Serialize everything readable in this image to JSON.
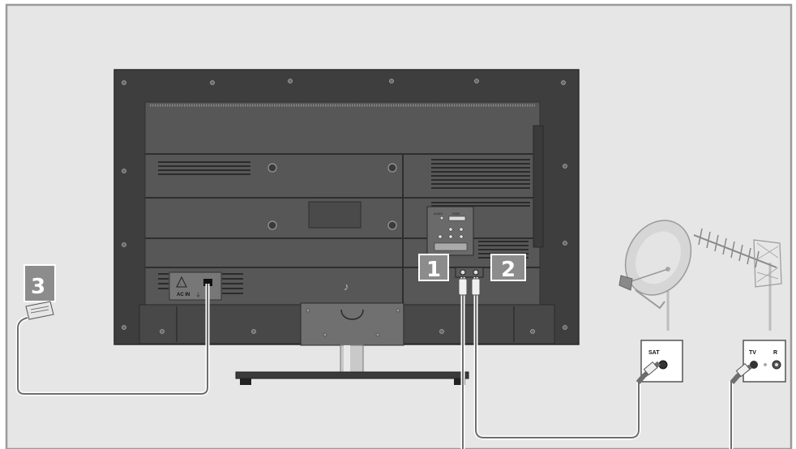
{
  "callouts": {
    "one": "1",
    "two": "2",
    "three": "3"
  },
  "tv_back": {
    "ac_in_label": "AC IN",
    "audio_label": "AUDIO",
    "hdmi_label": "HDMI"
  },
  "wall_sockets": {
    "sat_label": "SAT",
    "tv_label": "TV",
    "radio_label": "R"
  },
  "colors": {
    "background": "#e6e6e6",
    "frame": "#9a9a9a",
    "tv_body": "#4f4f4f",
    "cable": "#6e6e6e",
    "callout_fill": "#8c8c8c"
  }
}
